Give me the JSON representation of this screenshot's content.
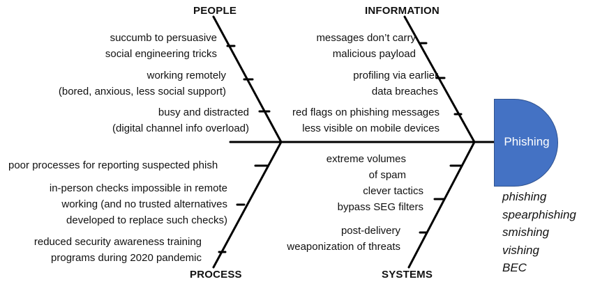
{
  "effect": "Phishing",
  "categories": {
    "people": "PEOPLE",
    "information": "INFORMATION",
    "process": "PROCESS",
    "systems": "SYSTEMS"
  },
  "causes": {
    "people": [
      [
        "succumb to persuasive",
        "social engineering tricks"
      ],
      [
        "working remotely",
        "(bored, anxious, less social support)"
      ],
      [
        "busy and distracted",
        "(digital channel info overload)"
      ]
    ],
    "information": [
      [
        "messages don’t carry",
        "malicious payload"
      ],
      [
        "profiling via earlier",
        "data breaches"
      ],
      [
        "red flags on phishing messages",
        "less visible on mobile devices"
      ]
    ],
    "process": [
      [
        "poor processes for reporting suspected phish"
      ],
      [
        "in-person checks impossible in remote",
        "working (and no trusted alternatives",
        "developed to replace such checks)"
      ],
      [
        "reduced security awareness training",
        "programs during 2020 pandemic"
      ]
    ],
    "systems": [
      [
        "extreme volumes",
        "of spam"
      ],
      [
        "clever tactics",
        "bypass SEG filters"
      ],
      [
        "post-delivery",
        "weaponization of threats"
      ]
    ]
  },
  "phishing_types": [
    "phishing",
    "spearphishing",
    "smishing",
    "vishing",
    "BEC"
  ],
  "colors": {
    "head_fill": "#4472c4",
    "head_border": "#2f528f",
    "line": "#000000"
  }
}
